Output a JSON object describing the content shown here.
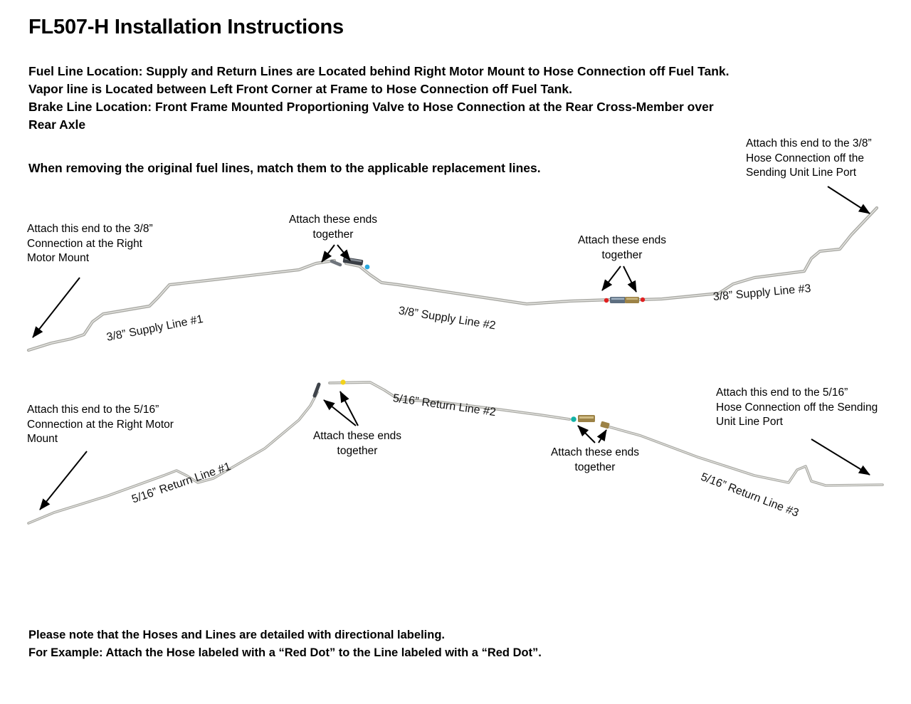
{
  "document": {
    "title": "FL507-H Installation Instructions",
    "intro_lines": [
      "Fuel Line Location:  Supply and Return Lines are Located behind Right Motor Mount to Hose Connection off Fuel Tank.",
      "Vapor line is Located between Left Front Corner at Frame to Hose Connection off Fuel Tank.",
      "Brake Line Location: Front Frame Mounted Proportioning Valve to Hose Connection at the Rear Cross-Member over",
      "Rear Axle"
    ],
    "match_note": "When removing the original fuel lines, match them to the applicable replacement lines.",
    "footer_lines": [
      "Please note that the Hoses and Lines are detailed with directional labeling.",
      "For Example: Attach the Hose labeled with a “Red Dot” to the Line labeled with a “Red Dot”."
    ]
  },
  "diagram": {
    "supply": {
      "callout_left": {
        "lines": [
          "Attach this end to the 3/8”",
          "Connection at the Right",
          "Motor Mount"
        ]
      },
      "callout_right": {
        "lines": [
          "Attach this end to the 3/8”",
          "Hose Connection off the",
          "Sending Unit Line Port"
        ]
      },
      "callout_join_1": {
        "lines": [
          "Attach these ends",
          "together"
        ]
      },
      "callout_join_2": {
        "lines": [
          "Attach these ends",
          "together"
        ]
      },
      "labels": [
        "3/8” Supply Line #1",
        "3/8” Supply Line #2",
        "3/8” Supply Line #3"
      ],
      "dot_markers": [
        {
          "name": "blue-dot",
          "color": "#29a8df"
        },
        {
          "name": "red-dot-left",
          "color": "#e02020"
        },
        {
          "name": "red-dot-right",
          "color": "#e02020"
        }
      ]
    },
    "return": {
      "callout_left": {
        "lines": [
          "Attach this end to the 5/16”",
          "Connection at the Right Motor",
          "Mount"
        ]
      },
      "callout_right": {
        "lines": [
          "Attach this end to the 5/16”",
          "Hose Connection off the Sending",
          "Unit Line Port"
        ]
      },
      "callout_join_1": {
        "lines": [
          "Attach these ends",
          "together"
        ]
      },
      "callout_join_2": {
        "lines": [
          "Attach these ends",
          "together"
        ]
      },
      "labels": [
        "5/16” Return Line #1",
        "5/16” Return Line #2",
        "5/16” Return Line #3"
      ],
      "dot_markers": [
        {
          "name": "yellow-dot",
          "color": "#f2d21a"
        },
        {
          "name": "teal-dot",
          "color": "#12b2a6"
        }
      ]
    },
    "colors": {
      "pipe": "#b5b5b0",
      "pipe_highlight": "#e8e8e4",
      "fitting_dark": "#3a3f46",
      "fitting_brass": "#9c8246",
      "arrow": "#000000"
    }
  }
}
